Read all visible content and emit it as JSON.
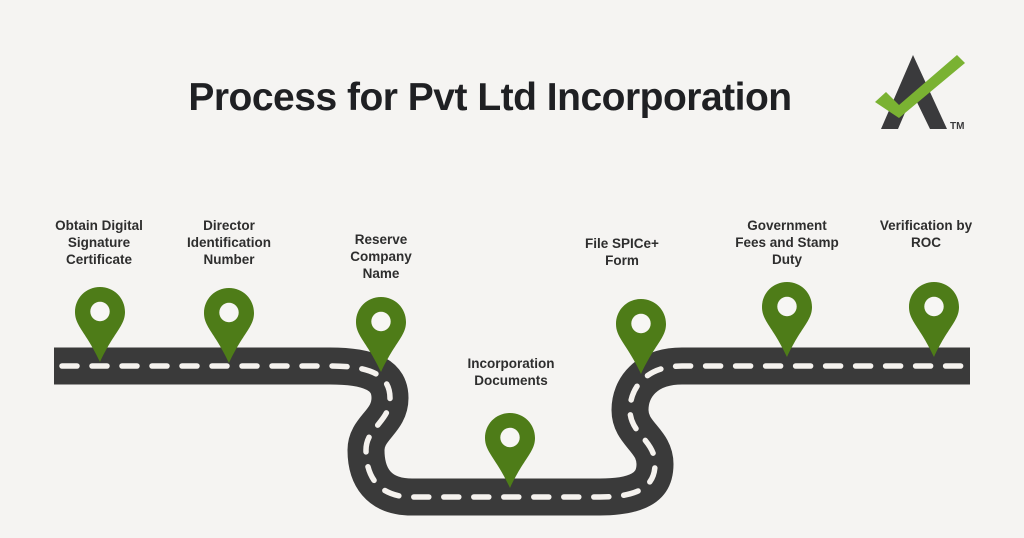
{
  "header": {
    "title": "Process for Pvt Ltd Incorporation",
    "logo": {
      "tm": "TM"
    }
  },
  "roadmap": {
    "steps": [
      {
        "label": "Obtain Digital Signature Certificate"
      },
      {
        "label": "Director Identification Number"
      },
      {
        "label": "Reserve Company Name"
      },
      {
        "label": "Incorporation Documents"
      },
      {
        "label": "File SPICe+ Form"
      },
      {
        "label": "Government Fees and Stamp Duty"
      },
      {
        "label": "Verification by ROC"
      }
    ]
  },
  "colors": {
    "background": "#f5f4f2",
    "road": "#3a3a3a",
    "road_dash": "#f5f2ee",
    "pin": "#4e7c18",
    "pin_hole": "#f7f6f4",
    "logo_dark": "#3a3a3c",
    "logo_green": "#7ab232",
    "title_text": "#1f2023",
    "label_text": "#2e2e2e"
  }
}
